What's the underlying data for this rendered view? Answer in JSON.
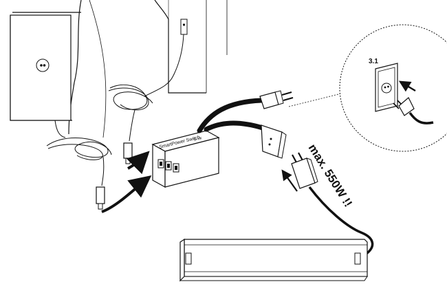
{
  "labels": {
    "step": "3.1",
    "warning": "max. 550W !!",
    "device_brand": "SmartPower Switch",
    "device_suffix": "S-xx"
  },
  "icons": {
    "sensor_top": "touch-sensor-icon",
    "sensor_panel": "touch-sensor-icon",
    "outlet": "wall-socket-icon",
    "plug": "euro-plug-icon"
  },
  "colors": {
    "ink": "#111111",
    "paper": "#ffffff"
  }
}
